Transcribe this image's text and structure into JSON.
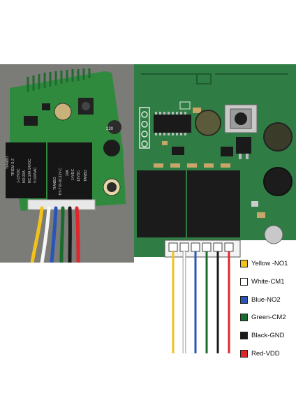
{
  "photo": {
    "relay1_text": [
      "TIANBO",
      "TRIEM S-Z",
      "1-12VDC",
      "NO:20A",
      "NC:10A 14VDC",
      "V:160VAC"
    ],
    "relay2_text": [
      "TIANBO",
      "TH-T78-DC12V-C",
      "20A",
      "14VDC",
      "12VDC",
      "TANBO"
    ],
    "cap_label": "220"
  },
  "wires": [
    {
      "label": "Yellow -NO1",
      "color": "#f2c21b"
    },
    {
      "label": "White-CM1",
      "color": "#ffffff"
    },
    {
      "label": "Blue-NO2",
      "color": "#2a55b8"
    },
    {
      "label": "Green-CM2",
      "color": "#1a6b2e"
    },
    {
      "label": "Black-GND",
      "color": "#1a1a1a"
    },
    {
      "label": "Red-VDD",
      "color": "#e0262b"
    }
  ],
  "colors": {
    "pcb": "#2f7d44",
    "pcb_dark": "#1f5a30",
    "relay": "#1b1b1b"
  }
}
